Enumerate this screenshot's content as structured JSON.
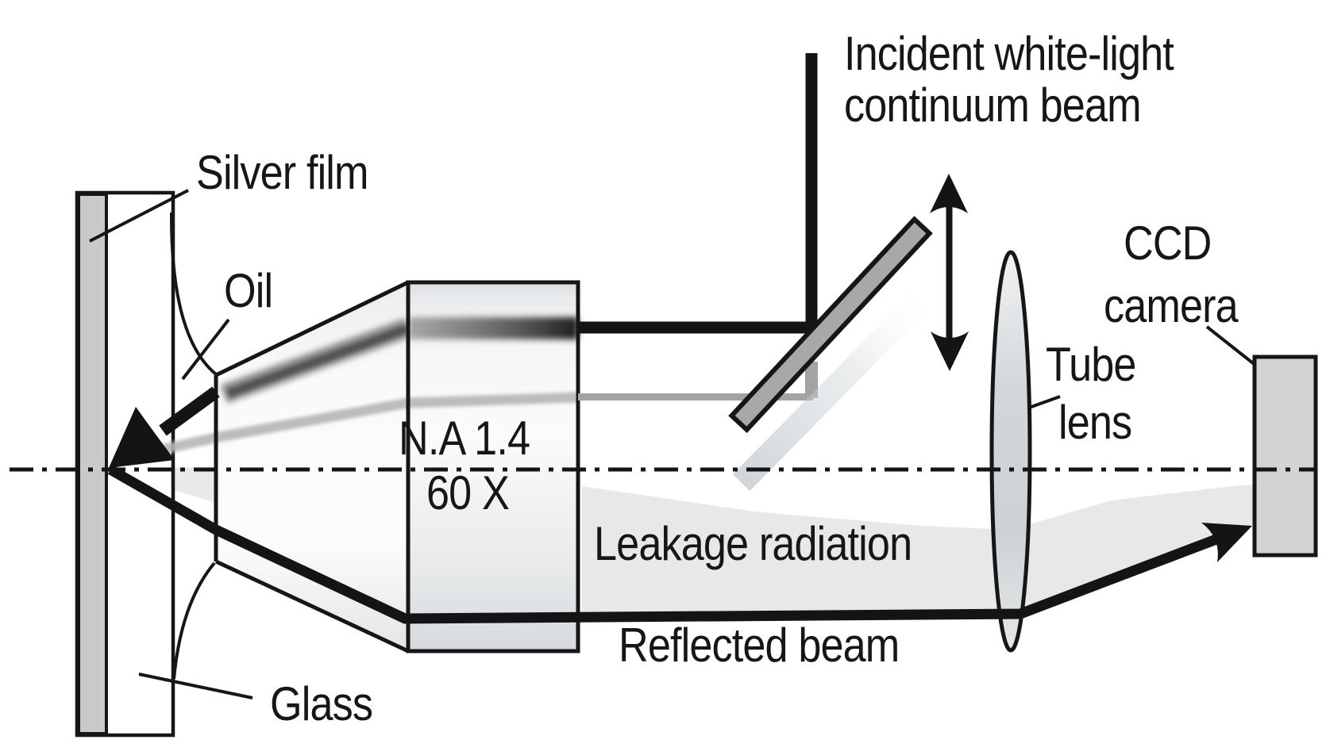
{
  "diagram": {
    "title_hint": "Leakage radiation microscopy optical setup",
    "labels": {
      "silver_film": "Silver film",
      "oil": "Oil",
      "glass": "Glass",
      "objective_na": "N.A 1.4",
      "objective_mag": "60 X",
      "incident_line1": "Incident white-light",
      "incident_line2": "continuum beam",
      "leakage": "Leakage radiation",
      "reflected": "Reflected beam",
      "tube_lens_line1": "Tube",
      "tube_lens_line2": "lens",
      "ccd_line1": "CCD",
      "ccd_line2": "camera"
    },
    "colors": {
      "ink": "#161616",
      "beam_black": "#141414",
      "silver_film_fill": "#c9c9c9",
      "splitter_fill": "#a8a8a8",
      "ccd_fill": "#d3d3d3",
      "leakage_fill": "#e8e8e8",
      "gray_beam": "#a3a3a3",
      "background": "#ffffff"
    }
  }
}
